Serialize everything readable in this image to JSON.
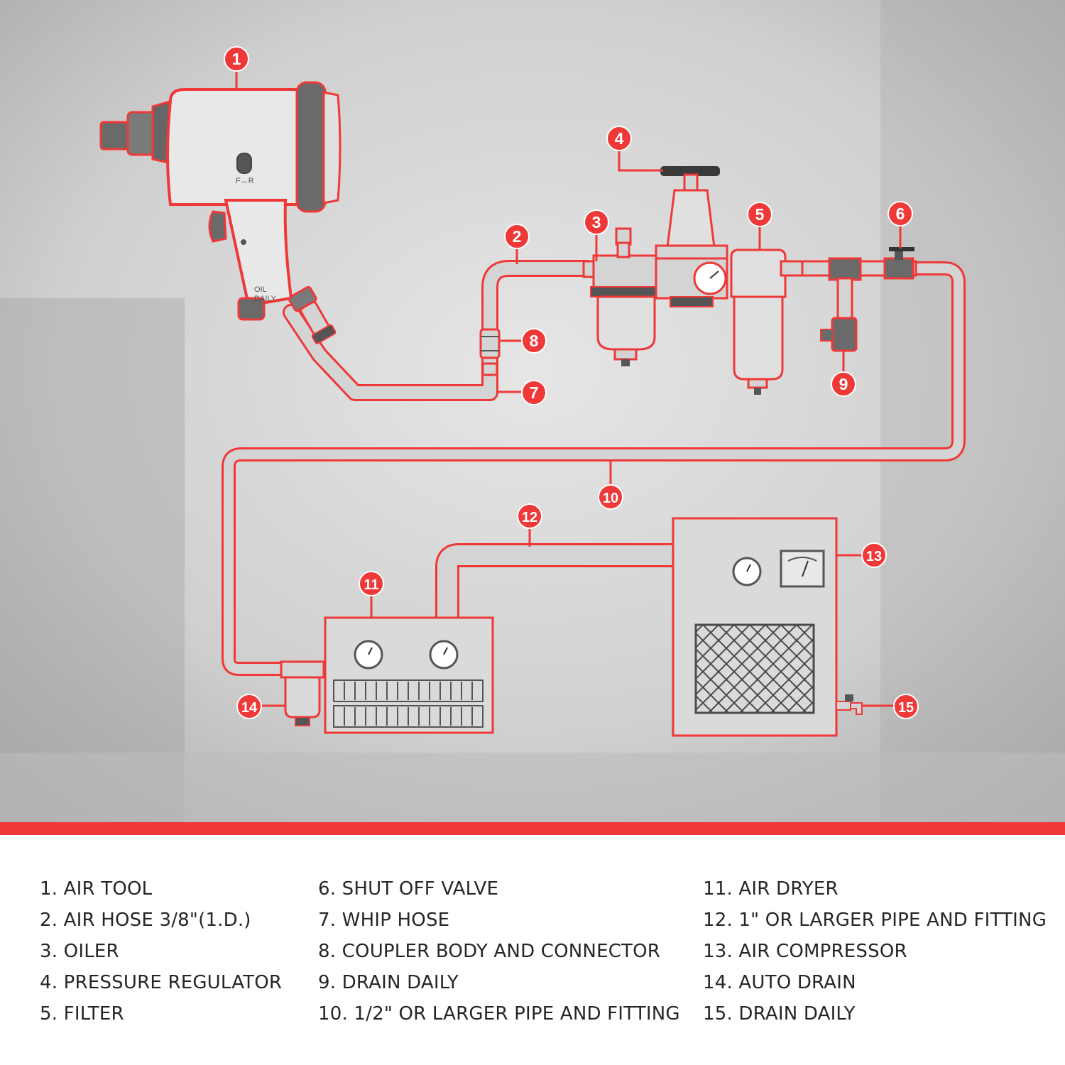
{
  "markers": [
    {
      "n": "1"
    },
    {
      "n": "2"
    },
    {
      "n": "3"
    },
    {
      "n": "4"
    },
    {
      "n": "5"
    },
    {
      "n": "6"
    },
    {
      "n": "7"
    },
    {
      "n": "8"
    },
    {
      "n": "9"
    },
    {
      "n": "10"
    },
    {
      "n": "11"
    },
    {
      "n": "12"
    },
    {
      "n": "13"
    },
    {
      "n": "14"
    },
    {
      "n": "15"
    }
  ],
  "tool_labels": {
    "direction": "F↔R",
    "oil": "OIL",
    "daily": "DAILY"
  },
  "legend": {
    "col_a": [
      "1. AIR TOOL",
      "2. AIR HOSE 3/8\"(1.D.)",
      "3. OILER",
      "4. PRESSURE REGULATOR",
      "5. FILTER"
    ],
    "col_b": [
      "6. SHUT OFF VALVE",
      "7. WHIP HOSE",
      "8. COUPLER BODY AND CONNECTOR",
      "9. DRAIN DAILY",
      "10. 1/2\" OR LARGER PIPE AND FITTING"
    ],
    "col_c": [
      "11. AIR DRYER",
      "12. 1\" OR LARGER PIPE AND FITTING",
      "13. AIR COMPRESSOR",
      "14. AUTO DRAIN",
      "15. DRAIN DAILY"
    ]
  },
  "colors": {
    "accent_red": "#ef3838",
    "device_fill": "#dadada",
    "outline": "#4a4a4a",
    "dark_part": "#555555"
  }
}
